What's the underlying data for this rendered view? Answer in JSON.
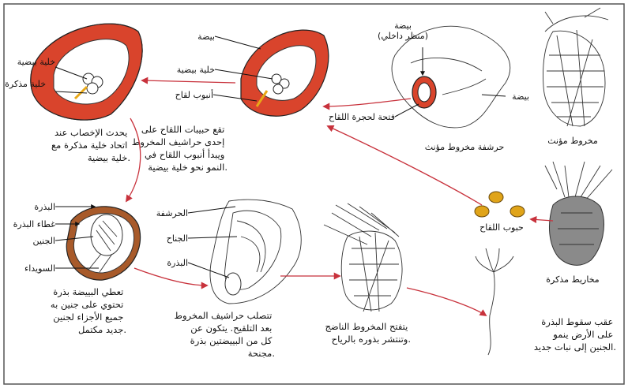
{
  "labels": {
    "ovule_top_left": "بيضة",
    "egg_cell_top_left": "خلية بيضية",
    "pollen_tube": "أنبوب لقاح",
    "ovule_inner_view": "بيضة\n(منظر داخلي)",
    "ovule_right": "بيضة",
    "pollen_chamber": "فتحة لحجرة اللقاح",
    "female_scale": "حرشفة مخروط مؤنث",
    "female_cone": "مخروط مؤنث",
    "egg_cell_left": "خلية بيضية",
    "male_cell": "خلية مذكرة",
    "seed_coat": "البذرة",
    "seed_coverings": "غطاء البذرة",
    "embryo": "الجنين",
    "endosperm": "السويداء",
    "scale": "الحرشفة",
    "wing": "الجناح",
    "seed": "البذرة",
    "pollen_grains": "حبوب اللقاح",
    "male_cones": "مخاريط مذكرة"
  },
  "captions": {
    "pollination": [
      "تقع حبيبات اللقاح على",
      "إحدى حراشيف المخروط",
      "ويبدأ أنبوب اللقاح في",
      "النمو نحو خلية بيضية."
    ],
    "fertilization": [
      "يحدث الإخصاب عند",
      "اتحاد خلية مذكرة مع",
      "خلية بيضية."
    ],
    "seed_formation": [
      "تعطي البييضة بذرة",
      "تحتوي على جنين به",
      "جميع الأجزاء لجنين",
      "جديد مكتمل."
    ],
    "scale_hardening": [
      "تتصلب حراشيف المخروط",
      "بعد التلقيح. يتكون عن",
      "كل من البييضتين بذرة",
      "مجنحة."
    ],
    "seed_dispersal": [
      "يتفتح المخروط الناضج",
      "وتنتشر بذوره بالرياح."
    ],
    "germination": [
      "عقب سقوط البذرة",
      "على الأرض ينمو",
      "الجنين إلى نبات جديد."
    ]
  },
  "colors": {
    "seed_coat_red": "#d9442c",
    "arrow_red": "#c8323c",
    "pollen_yellow": "#e0a419",
    "frame": "#555555"
  }
}
